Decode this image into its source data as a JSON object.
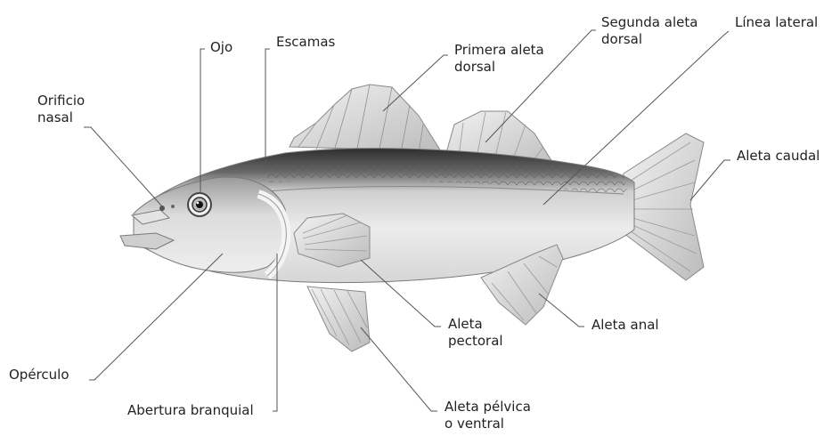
{
  "labels": {
    "orificio_nasal": [
      "Orificio",
      "nasal"
    ],
    "ojo": "Ojo",
    "escamas": "Escamas",
    "primera_aleta_dorsal": [
      "Primera aleta",
      "dorsal"
    ],
    "segunda_aleta_dorsal": [
      "Segunda aleta",
      "dorsal"
    ],
    "linea_lateral": "Línea lateral",
    "aleta_caudal": "Aleta caudal",
    "opercula": "Opérculo",
    "abertura_branquial": "Abertura branquial",
    "aleta_pectoral": [
      "Aleta",
      "pectoral"
    ],
    "aleta_anal": "Aleta anal",
    "aleta_pelvica": [
      "Aleta pélvica",
      "o ventral"
    ]
  },
  "colors": {
    "body_light": "#e6e6e6",
    "body_mid": "#c8c8c8",
    "back_dark": "#3a3a3a",
    "fin": "#d9d9d9",
    "line": "#555555"
  }
}
